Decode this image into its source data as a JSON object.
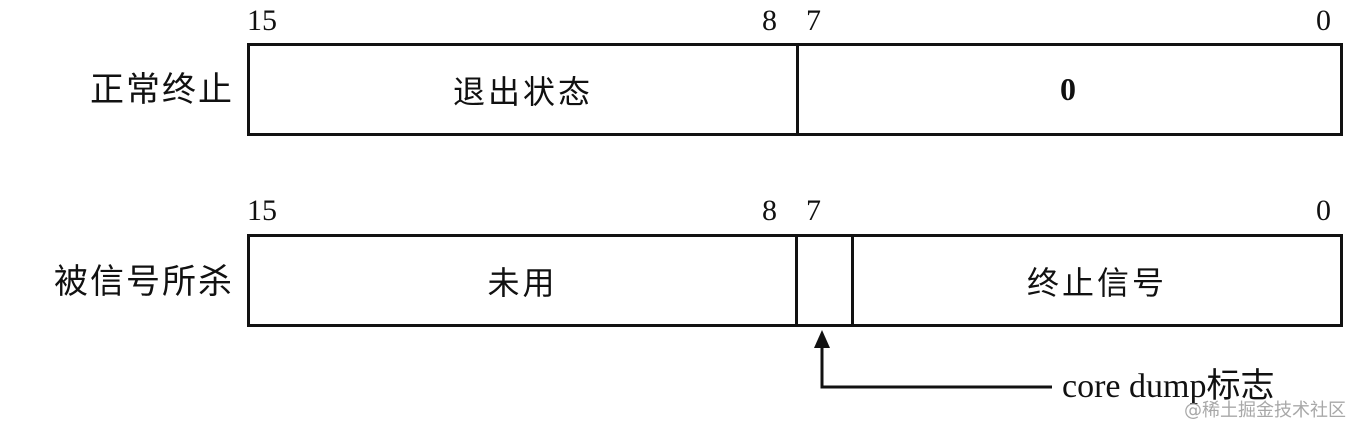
{
  "rows": [
    {
      "label": "正常终止",
      "bits": {
        "b15": "15",
        "b8": "8",
        "b7": "7",
        "b0": "0"
      },
      "fields": {
        "high": "退出状态",
        "low": "0"
      }
    },
    {
      "label": "被信号所杀",
      "bits": {
        "b15": "15",
        "b8": "8",
        "b7": "7",
        "b0": "0"
      },
      "fields": {
        "high": "未用",
        "core": "",
        "low": "终止信号"
      }
    }
  ],
  "annotation": {
    "text": "core dump标志"
  },
  "watermark": "@稀土掘金技术社区"
}
